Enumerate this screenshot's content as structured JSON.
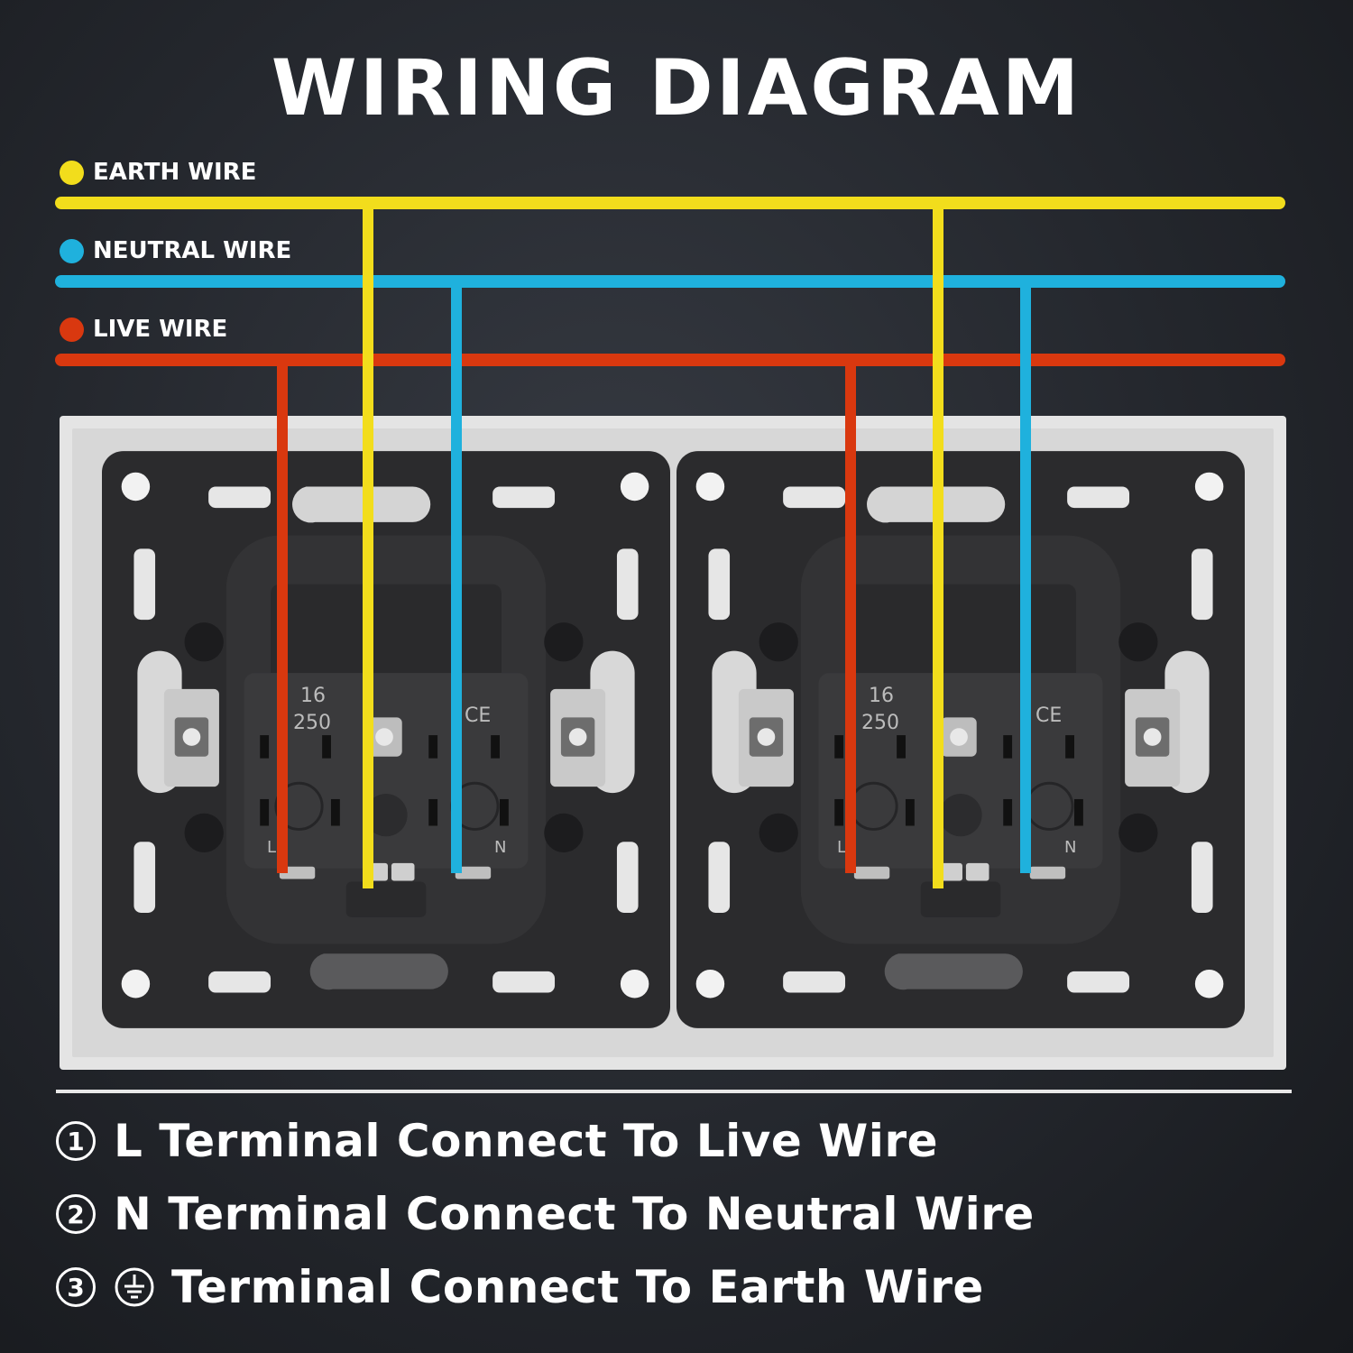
{
  "title": "WIRING DIAGRAM",
  "legend": [
    {
      "label": "EARTH WIRE",
      "color": "#f2dd1c"
    },
    {
      "label": "NEUTRAL WIRE",
      "color": "#1fb1dd"
    },
    {
      "label": "LIVE WIRE",
      "color": "#d9380f"
    }
  ],
  "socket_labels": {
    "rating_top": "16",
    "rating_bottom": "250",
    "mark": "CE",
    "live_terminal": "L",
    "neutral_terminal": "N"
  },
  "instructions": [
    {
      "number": "1",
      "text": "L Terminal Connect To Live Wire"
    },
    {
      "number": "2",
      "text": "N Terminal Connect To Neutral Wire"
    },
    {
      "number": "3",
      "symbol": "earth-icon",
      "text": "Terminal Connect To Earth Wire"
    }
  ]
}
